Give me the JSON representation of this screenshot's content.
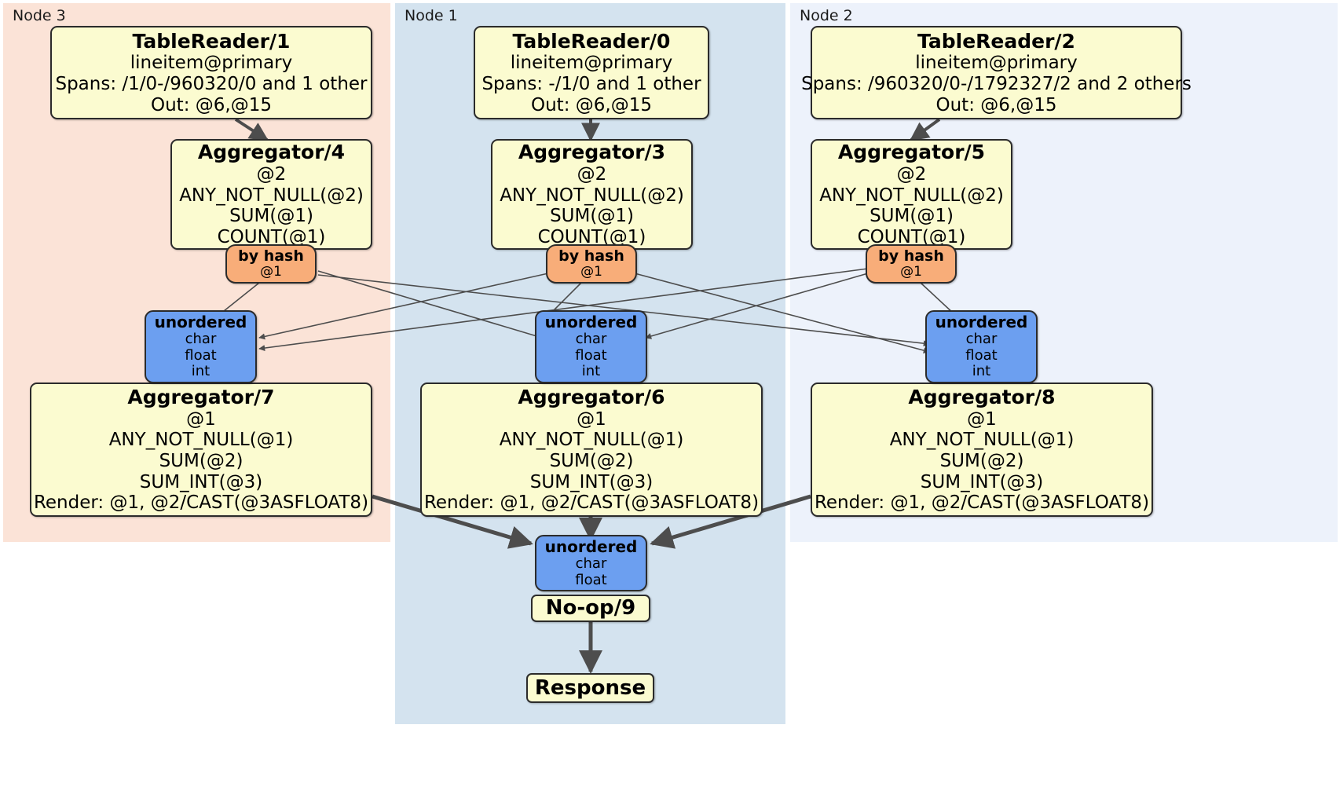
{
  "diagram": {
    "title": "Distributed SQL query execution plan",
    "colors": {
      "node3_panel": "#fbe3d7",
      "node1_panel": "#d4e3ef",
      "node2_panel": "#edf2fb",
      "processor_box": "#fbfbd0",
      "router_box": "#f8ad79",
      "stream_box": "#6c9ff0",
      "edge": "#4d4d4d",
      "border": "#2b2b2b"
    }
  },
  "panels": [
    {
      "id": "node3",
      "label": "Node 3"
    },
    {
      "id": "node1",
      "label": "Node 1"
    },
    {
      "id": "node2",
      "label": "Node 2"
    }
  ],
  "processors": {
    "tablereader_1": {
      "title": "TableReader/1",
      "line1": "lineitem@primary",
      "line2": "Spans: /1/0-/960320/0 and 1 other",
      "line3": "Out: @6,@15"
    },
    "tablereader_0": {
      "title": "TableReader/0",
      "line1": "lineitem@primary",
      "line2": "Spans: -/1/0 and 1 other",
      "line3": "Out: @6,@15"
    },
    "tablereader_2": {
      "title": "TableReader/2",
      "line1": "lineitem@primary",
      "line2": "Spans: /960320/0-/1792327/2 and 2 others",
      "line3": "Out: @6,@15"
    },
    "aggregator_4": {
      "title": "Aggregator/4",
      "line1": "@2",
      "line2": "ANY_NOT_NULL(@2)",
      "line3": "SUM(@1)",
      "line4": "COUNT(@1)"
    },
    "aggregator_3": {
      "title": "Aggregator/3",
      "line1": "@2",
      "line2": "ANY_NOT_NULL(@2)",
      "line3": "SUM(@1)",
      "line4": "COUNT(@1)"
    },
    "aggregator_5": {
      "title": "Aggregator/5",
      "line1": "@2",
      "line2": "ANY_NOT_NULL(@2)",
      "line3": "SUM(@1)",
      "line4": "COUNT(@1)"
    },
    "aggregator_7": {
      "title": "Aggregator/7",
      "line1": "@1",
      "line2": "ANY_NOT_NULL(@1)",
      "line3": "SUM(@2)",
      "line4": "SUM_INT(@3)",
      "line5": "Render: @1, @2/CAST(@3ASFLOAT8)"
    },
    "aggregator_6": {
      "title": "Aggregator/6",
      "line1": "@1",
      "line2": "ANY_NOT_NULL(@1)",
      "line3": "SUM(@2)",
      "line4": "SUM_INT(@3)",
      "line5": "Render: @1, @2/CAST(@3ASFLOAT8)"
    },
    "aggregator_8": {
      "title": "Aggregator/8",
      "line1": "@1",
      "line2": "ANY_NOT_NULL(@1)",
      "line3": "SUM(@2)",
      "line4": "SUM_INT(@3)",
      "line5": "Render: @1, @2/CAST(@3ASFLOAT8)"
    },
    "noop_9": {
      "title": "No-op/9"
    },
    "response": {
      "title": "Response"
    }
  },
  "routers": {
    "by_hash_left": {
      "title": "by hash",
      "line1": "@1"
    },
    "by_hash_center": {
      "title": "by hash",
      "line1": "@1"
    },
    "by_hash_right": {
      "title": "by hash",
      "line1": "@1"
    }
  },
  "streams": {
    "unordered_left": {
      "title": "unordered",
      "line1": "char",
      "line2": "float",
      "line3": "int"
    },
    "unordered_center": {
      "title": "unordered",
      "line1": "char",
      "line2": "float",
      "line3": "int"
    },
    "unordered_right": {
      "title": "unordered",
      "line1": "char",
      "line2": "float",
      "line3": "int"
    },
    "unordered_final": {
      "title": "unordered",
      "line1": "char",
      "line2": "float"
    }
  }
}
